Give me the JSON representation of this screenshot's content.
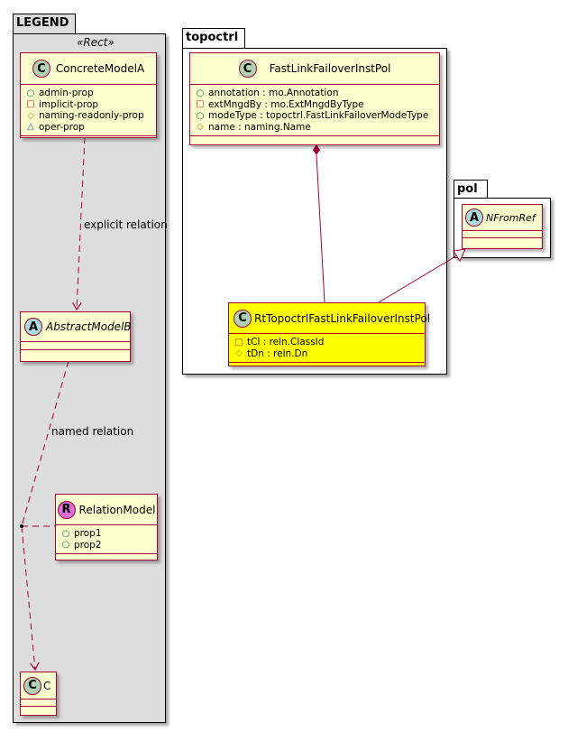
{
  "packages": {
    "legend": {
      "name": "LEGEND",
      "stereotype": "«Rect»"
    },
    "topoctrl": {
      "name": "topoctrl"
    },
    "pol": {
      "name": "pol"
    }
  },
  "classes": {
    "concrete_model_a": {
      "kind": "C",
      "name": "ConcreteModelA",
      "attributes": [
        {
          "visibility": "public",
          "symbol": "○",
          "text": "admin-prop"
        },
        {
          "visibility": "private",
          "symbol": "□",
          "text": "implicit-prop"
        },
        {
          "visibility": "protected",
          "symbol": "◇",
          "text": "naming-readonly-prop"
        },
        {
          "visibility": "package",
          "symbol": "△",
          "text": "oper-prop"
        }
      ]
    },
    "abstract_model_b": {
      "kind": "A",
      "name": "AbstractModelB",
      "attributes": []
    },
    "relation_model": {
      "kind": "R",
      "name": "RelationModel",
      "attributes": [
        {
          "visibility": "public",
          "symbol": "○",
          "text": "prop1"
        },
        {
          "visibility": "public",
          "symbol": "○",
          "text": "prop2"
        }
      ]
    },
    "c": {
      "kind": "C",
      "name": "C",
      "attributes": []
    },
    "fast_link_failover_inst_pol": {
      "kind": "C",
      "name": "FastLinkFailoverInstPol",
      "attributes": [
        {
          "visibility": "public",
          "symbol": "○",
          "text": "annotation : mo.Annotation"
        },
        {
          "visibility": "private",
          "symbol": "□",
          "text": "extMngdBy : mo.ExtMngdByType"
        },
        {
          "visibility": "public",
          "symbol": "○",
          "text": "modeType : topoctrl.FastLinkFailoverModeType"
        },
        {
          "visibility": "protected",
          "symbol": "◇",
          "text": "name : naming.Name"
        }
      ]
    },
    "rt_topoctrl": {
      "kind": "C",
      "name": "RtTopoctrlFastLinkFailoverInstPol",
      "highlight_color": "#FFFF00",
      "attributes": [
        {
          "visibility": "private",
          "symbol": "□",
          "text": "tCl : reln.ClassId"
        },
        {
          "visibility": "protected",
          "symbol": "◇",
          "text": "tDn : reln.Dn"
        }
      ]
    },
    "nfromref": {
      "kind": "A",
      "name": "NFromRef",
      "attributes": []
    }
  },
  "relations": {
    "explicit": "explicit relation",
    "named": "named relation"
  },
  "colors": {
    "class_fill": "#FEFECE",
    "class_border": "#A80036",
    "legend_fill": "#DDDDDD",
    "highlight": "#FFFF00"
  }
}
